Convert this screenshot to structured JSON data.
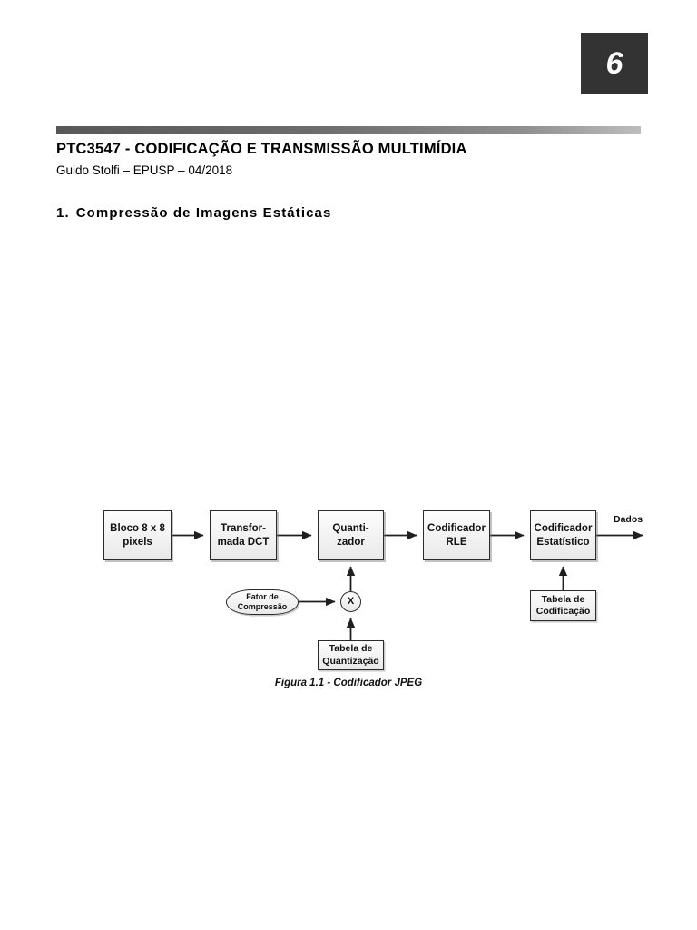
{
  "page": {
    "number": "6"
  },
  "header": {
    "title": "PTC3547 - CODIFICAÇÃO E TRANSMISSÃO MULTIMÍDIA",
    "subtitle": "Guido Stolfi – EPUSP – 04/2018",
    "rule_color_left": "#585858",
    "rule_color_right": "#bdbdbd"
  },
  "section": {
    "number": "1.",
    "title": "Compressão de Imagens Estáticas"
  },
  "figure": {
    "caption": "Figura 1.1 - Codificador JPEG",
    "output_label": "Dados",
    "nodes": [
      {
        "id": "bloco",
        "label": "Bloco 8 x 8\npixels",
        "line1": "Bloco 8 x 8",
        "line2": "pixels",
        "shape": "rect"
      },
      {
        "id": "dct",
        "label": "Transfor-\nmada DCT",
        "line1": "Transfor-",
        "line2": "mada DCT",
        "shape": "rect"
      },
      {
        "id": "quant",
        "label": "Quanti-\nzador",
        "line1": "Quanti-",
        "line2": "zador",
        "shape": "rect"
      },
      {
        "id": "rle",
        "label": "Codificador\nRLE",
        "line1": "Codificador",
        "line2": "RLE",
        "shape": "rect"
      },
      {
        "id": "estat",
        "label": "Codificador\nEstatístico",
        "line1": "Codificador",
        "line2": "Estatístico",
        "shape": "rect"
      },
      {
        "id": "fator",
        "label": "Fator de\nCompressão",
        "line1": "Fator de",
        "line2": "Compressão",
        "shape": "oval"
      },
      {
        "id": "mult",
        "label": "X",
        "line1": "X",
        "line2": "",
        "shape": "circle"
      },
      {
        "id": "tabquant",
        "label": "Tabela de\nQuantização",
        "line1": "Tabela de",
        "line2": "Quantização",
        "shape": "rect"
      },
      {
        "id": "tabcod",
        "label": "Tabela de\nCodificação",
        "line1": "Tabela de",
        "line2": "Codificação",
        "shape": "rect"
      }
    ],
    "edges": [
      {
        "from": "bloco",
        "to": "dct"
      },
      {
        "from": "dct",
        "to": "quant"
      },
      {
        "from": "quant",
        "to": "rle"
      },
      {
        "from": "rle",
        "to": "estat"
      },
      {
        "from": "estat",
        "to": "dados"
      },
      {
        "from": "mult",
        "to": "quant"
      },
      {
        "from": "fator",
        "to": "mult"
      },
      {
        "from": "tabquant",
        "to": "mult"
      },
      {
        "from": "tabcod",
        "to": "estat"
      }
    ]
  },
  "colors": {
    "badge_bg": "#333333",
    "node_border": "#2b2b2b",
    "node_fill": "#f2f2f2",
    "text": "#000000"
  }
}
